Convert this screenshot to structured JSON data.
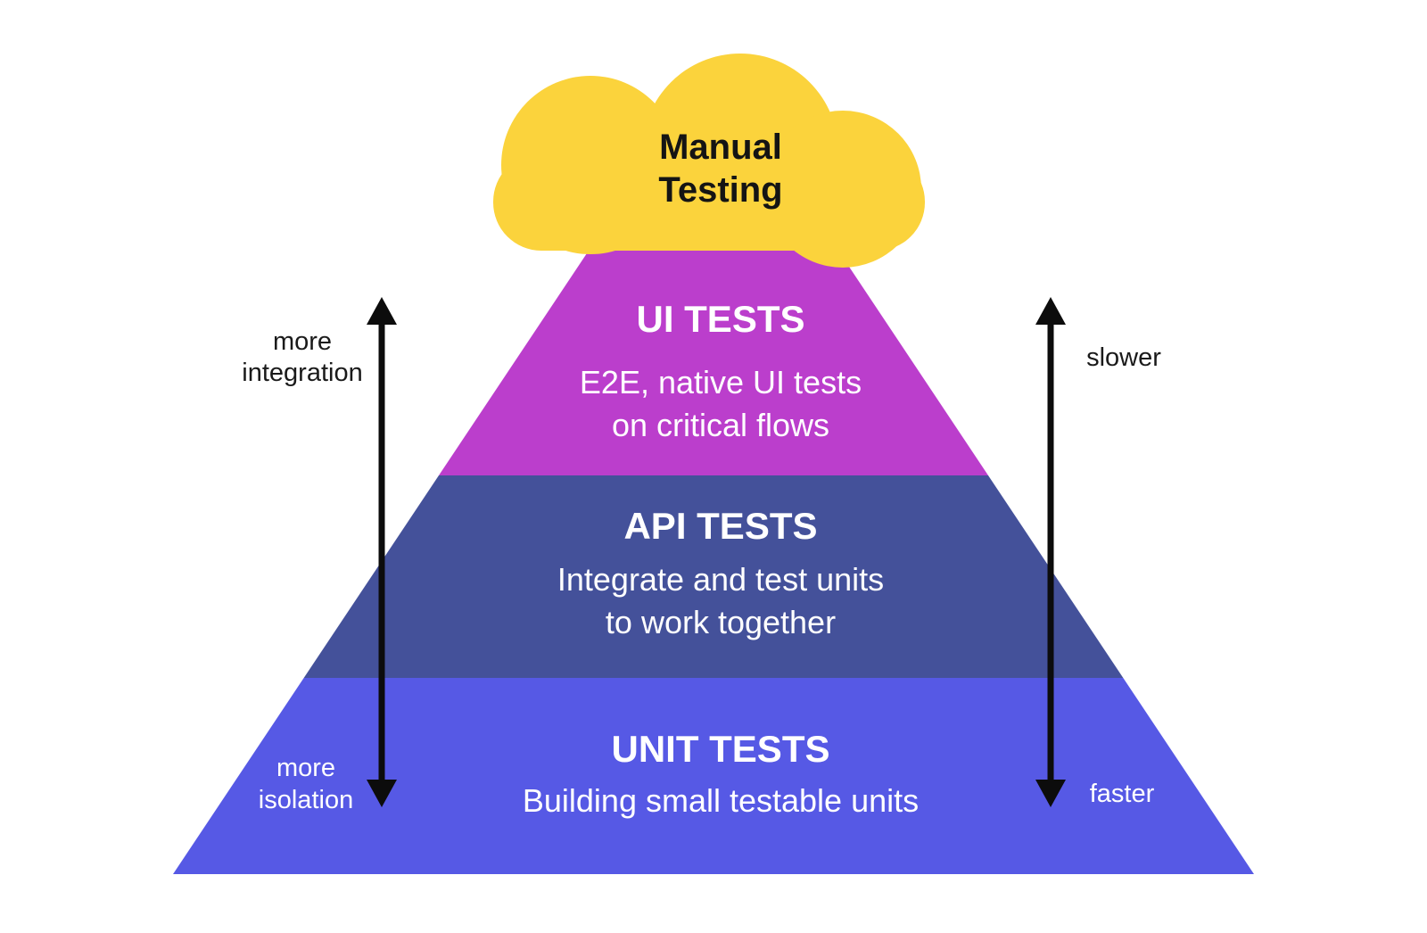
{
  "colors": {
    "background": "#ffffff",
    "cloud_fill": "#FBD33C",
    "cloud_text": "#141414",
    "ui_layer_fill": "#BB3ECC",
    "api_layer_fill": "#44519A",
    "unit_layer_fill": "#5659E5",
    "layer_text": "#ffffff",
    "arrow": "#0c0c0c",
    "side_label_dark": "#1a1a1a",
    "side_label_light": "#ffffff"
  },
  "cloud": {
    "label_lines": [
      "Manual",
      "Testing"
    ]
  },
  "pyramid": {
    "layers": [
      {
        "id": "ui-tests",
        "title": "UI TESTS",
        "description_lines": [
          "E2E, native UI tests",
          "on critical flows"
        ]
      },
      {
        "id": "api-tests",
        "title": "API TESTS",
        "description_lines": [
          "Integrate and test units",
          "to work together"
        ]
      },
      {
        "id": "unit-tests",
        "title": "UNIT TESTS",
        "description_lines": [
          "Building small testable units"
        ]
      }
    ]
  },
  "axes": {
    "left": {
      "top_label_lines": [
        "more",
        "integration"
      ],
      "bottom_label_lines": [
        "more",
        "isolation"
      ]
    },
    "right": {
      "top_label": "slower",
      "bottom_label": "faster"
    }
  }
}
